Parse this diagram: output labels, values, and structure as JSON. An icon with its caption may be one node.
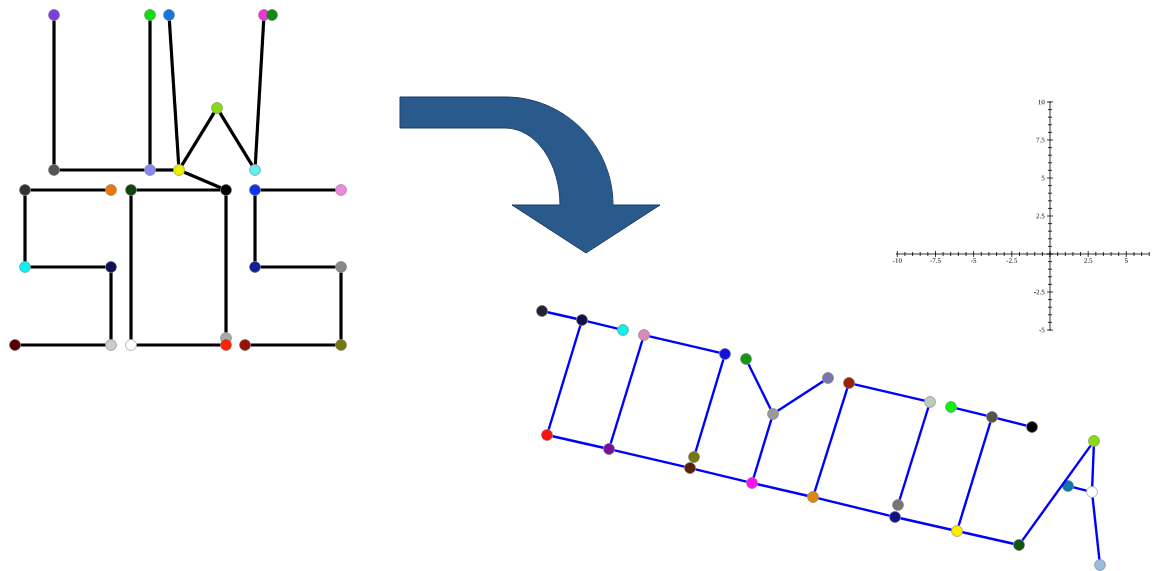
{
  "diagram": {
    "nodes": [
      {
        "text": [],
        "shape": "circle"
      },
      {
        "text": [],
        "shape": "circle"
      },
      {
        "text": [],
        "shape": "circle"
      },
      {
        "text": [],
        "shape": "circle"
      },
      {
        "text": [],
        "shape": "circle"
      },
      {
        "text": [],
        "shape": "circle"
      },
      {
        "text": [],
        "shape": "circle"
      },
      {
        "text": [],
        "shape": "circle"
      },
      {
        "text": [],
        "shape": "circle"
      },
      {
        "text": [],
        "shape": "circle"
      },
      {
        "text": [],
        "shape": "circle"
      },
      {
        "text": [],
        "shape": "circle"
      },
      {
        "text": [],
        "shape": "circle"
      },
      {
        "text": [],
        "shape": "circle"
      },
      {
        "text": [],
        "shape": "circle"
      },
      {
        "text": [],
        "shape": "circle"
      },
      {
        "text": [],
        "shape": "circle"
      },
      {
        "text": [],
        "shape": "circle"
      },
      {
        "text": [],
        "shape": "circle"
      },
      {
        "text": [],
        "shape": "circle"
      },
      {
        "text": [],
        "shape": "circle"
      },
      {
        "text": [],
        "shape": "circle"
      },
      {
        "text": [],
        "shape": "circle"
      },
      {
        "text": [],
        "shape": "circle"
      },
      {
        "text": [],
        "shape": "circle"
      },
      {
        "text": [],
        "shape": "circle"
      },
      {
        "text": [],
        "shape": "circle"
      },
      {
        "text": [],
        "shape": "circle"
      },
      {
        "text": [],
        "shape": "circle"
      },
      {
        "text": [],
        "shape": "circle"
      },
      {
        "text": [],
        "shape": "circle"
      },
      {
        "text": [],
        "shape": "circle"
      },
      {
        "text": [],
        "shape": "circle"
      },
      {
        "text": [],
        "shape": "circle"
      },
      {
        "text": [],
        "shape": "circle"
      },
      {
        "text": [],
        "shape": "circle"
      },
      {
        "text": [],
        "shape": "circle"
      },
      {
        "text": [],
        "shape": "circle"
      },
      {
        "text": [],
        "shape": "circle"
      },
      {
        "text": [],
        "shape": "circle"
      },
      {
        "text": [],
        "shape": "circle"
      },
      {
        "text": [],
        "shape": "circle"
      },
      {
        "text": [],
        "shape": "circle"
      },
      {
        "text": [],
        "shape": "circle"
      },
      {
        "text": [],
        "shape": "circle"
      },
      {
        "text": [],
        "shape": "circle"
      },
      {
        "text": [],
        "shape": "circle"
      },
      {
        "text": [],
        "shape": "circle"
      },
      {
        "text": [],
        "shape": "circle"
      },
      {
        "text": [],
        "shape": "circle"
      },
      {
        "text": [],
        "shape": "circle"
      },
      {
        "text": [],
        "shape": "circle"
      },
      {
        "text": [],
        "shape": "circle"
      },
      {
        "text": [],
        "shape": "circle"
      }
    ],
    "edges": [
      {
        "from": 0,
        "to": 6,
        "arrow": "none",
        "color": "#000000"
      },
      {
        "from": 6,
        "to": 7,
        "arrow": "none",
        "color": "#000000"
      },
      {
        "from": 1,
        "to": 7,
        "arrow": "none",
        "color": "#000000"
      },
      {
        "from": 7,
        "to": 8,
        "arrow": "none",
        "color": "#000000"
      },
      {
        "from": 2,
        "to": 8,
        "arrow": "none",
        "color": "#000000"
      },
      {
        "from": 8,
        "to": 5,
        "arrow": "none",
        "color": "#000000"
      },
      {
        "from": 5,
        "to": 9,
        "arrow": "none",
        "color": "#000000"
      },
      {
        "from": 3,
        "to": 9,
        "arrow": "none",
        "color": "#000000"
      },
      {
        "from": 8,
        "to": 13,
        "arrow": "none",
        "color": "#000000"
      },
      {
        "from": 12,
        "to": 13,
        "arrow": "none",
        "color": "#000000"
      },
      {
        "from": 13,
        "to": 20,
        "arrow": "none",
        "color": "#000000"
      },
      {
        "from": 12,
        "to": 23,
        "arrow": "none",
        "color": "#000000"
      },
      {
        "from": 10,
        "to": 11,
        "arrow": "none",
        "color": "#000000"
      },
      {
        "from": 10,
        "to": 16,
        "arrow": "none",
        "color": "#000000"
      },
      {
        "from": 16,
        "to": 17,
        "arrow": "none",
        "color": "#000000"
      },
      {
        "from": 17,
        "to": 22,
        "arrow": "none",
        "color": "#000000"
      },
      {
        "from": 21,
        "to": 22,
        "arrow": "none",
        "color": "#000000"
      },
      {
        "from": 23,
        "to": 24,
        "arrow": "none",
        "color": "#000000"
      },
      {
        "from": 25,
        "to": 26,
        "arrow": "none",
        "color": "#000000"
      },
      {
        "from": 14,
        "to": 15,
        "arrow": "none",
        "color": "#000000"
      },
      {
        "from": 14,
        "to": 18,
        "arrow": "none",
        "color": "#000000"
      },
      {
        "from": 18,
        "to": 19,
        "arrow": "none",
        "color": "#000000"
      },
      {
        "from": 19,
        "to": 26,
        "arrow": "none",
        "color": "#000000"
      },
      {
        "from": 27,
        "to": 28,
        "arrow": "none"
      },
      {
        "from": 28,
        "to": 29,
        "arrow": "none"
      },
      {
        "from": 28,
        "to": 35,
        "arrow": "none"
      },
      {
        "from": 30,
        "to": 31,
        "arrow": "none"
      },
      {
        "from": 30,
        "to": 36,
        "arrow": "none"
      },
      {
        "from": 31,
        "to": 37,
        "arrow": "none"
      },
      {
        "from": 32,
        "to": 34,
        "arrow": "none"
      },
      {
        "from": 34,
        "to": 33,
        "arrow": "none"
      },
      {
        "from": 34,
        "to": 39,
        "arrow": "none"
      },
      {
        "from": 35,
        "to": 36,
        "arrow": "none"
      },
      {
        "from": 36,
        "to": 38,
        "arrow": "none"
      },
      {
        "from": 38,
        "to": 39,
        "arrow": "none"
      },
      {
        "from": 39,
        "to": 40,
        "arrow": "none"
      },
      {
        "from": 40,
        "to": 50,
        "arrow": "none"
      },
      {
        "from": 41,
        "to": 40,
        "arrow": "none"
      },
      {
        "from": 41,
        "to": 42,
        "arrow": "none"
      },
      {
        "from": 42,
        "to": 49,
        "arrow": "none"
      },
      {
        "from": 43,
        "to": 44,
        "arrow": "none"
      },
      {
        "from": 44,
        "to": 45,
        "arrow": "none"
      },
      {
        "from": 44,
        "to": 51,
        "arrow": "none"
      },
      {
        "from": 50,
        "to": 51,
        "arrow": "none"
      },
      {
        "from": 51,
        "to": 52,
        "arrow": "none"
      },
      {
        "from": 52,
        "to": 46,
        "arrow": "none"
      },
      {
        "from": 46,
        "to": 48,
        "arrow": "none"
      },
      {
        "from": 47,
        "to": 48,
        "arrow": "none"
      },
      {
        "from": 48,
        "to": 53,
        "arrow": "none"
      }
    ],
    "labels": [
      "10",
      "7.5",
      "5",
      "2.5",
      "-10",
      "-7.5",
      "-5",
      "-2.5",
      "2.5",
      "5",
      "-2.5",
      "-5"
    ]
  }
}
